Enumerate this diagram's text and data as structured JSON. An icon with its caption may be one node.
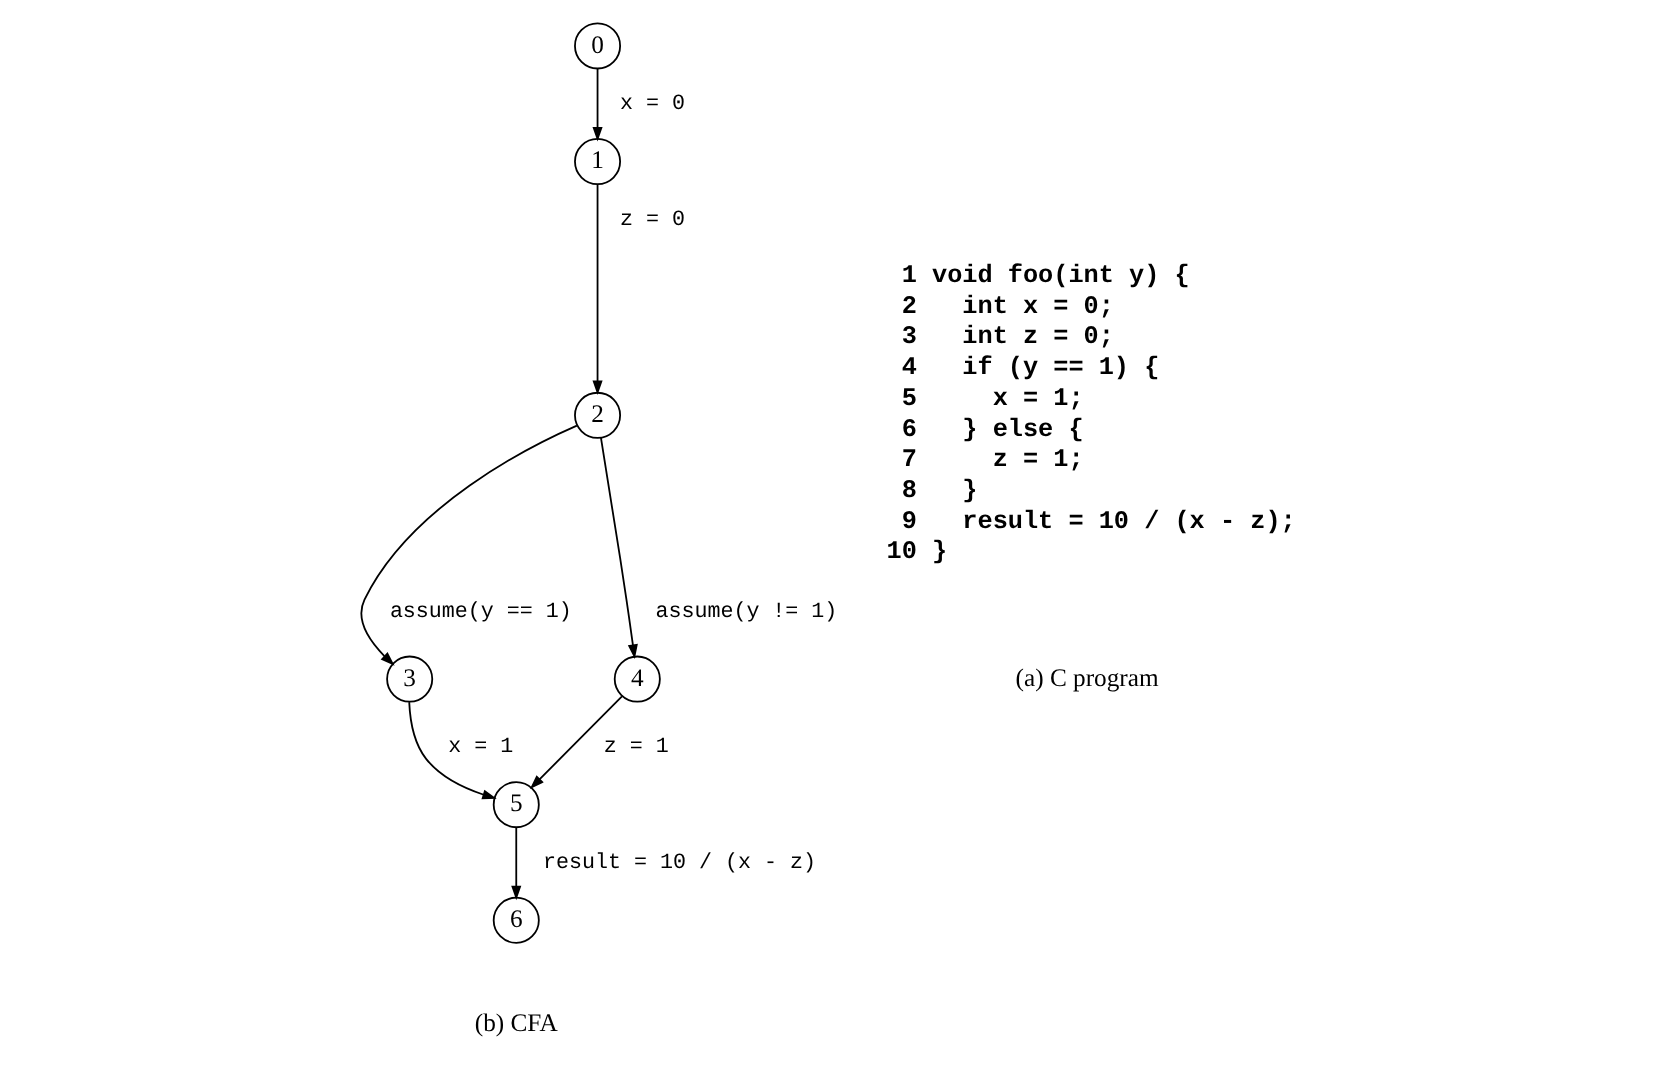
{
  "diagram": {
    "nodes": [
      {
        "text": [
          "0"
        ]
      },
      {
        "text": [
          "1"
        ]
      },
      {
        "text": [
          "2"
        ]
      },
      {
        "text": [
          "3"
        ]
      },
      {
        "text": [
          "4"
        ]
      },
      {
        "text": [
          "5"
        ]
      },
      {
        "text": [
          "6"
        ]
      }
    ],
    "edges": [
      {
        "from": 0,
        "to": 1,
        "arrow": "to",
        "label": "x = 0"
      },
      {
        "from": 1,
        "to": 2,
        "arrow": "to",
        "label": "z = 0"
      },
      {
        "from": 2,
        "to": 3,
        "arrow": "to",
        "label": "assume(y == 1)"
      },
      {
        "from": 2,
        "to": 4,
        "arrow": "to",
        "label": "assume(y != 1)"
      },
      {
        "from": 3,
        "to": 5,
        "arrow": "to",
        "label": "x = 1"
      },
      {
        "from": 4,
        "to": 5,
        "arrow": "to",
        "label": "z = 1"
      },
      {
        "from": 5,
        "to": 6,
        "arrow": "to",
        "label": "result = 10 / (x - z)"
      }
    ],
    "labels": [
      " 1 void foo(int y) {",
      " 2   int x = 0;",
      " 3   int z = 0;",
      " 4   if (y == 1) {",
      " 5     x = 1;",
      " 6   } else {",
      " 7     z = 1;",
      " 8   }",
      " 9   result = 10 / (x - z);",
      "10 }",
      "(a) C program",
      "(b) CFA"
    ]
  }
}
